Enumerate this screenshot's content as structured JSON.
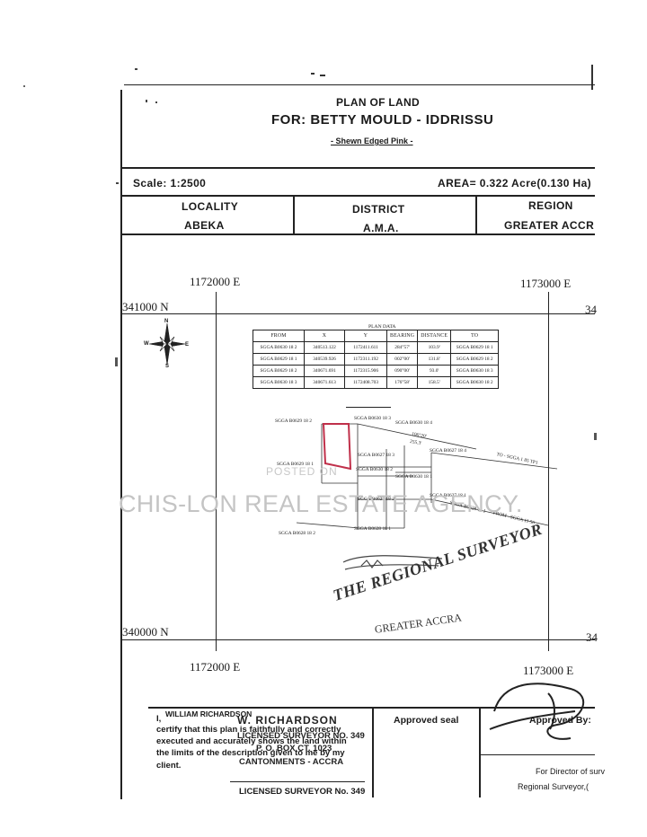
{
  "header": {
    "title": "PLAN OF LAND",
    "for_line": "FOR: BETTY  MOULD - IDDRISSU",
    "subtitle": "- Shewn Edged Pink -",
    "scale": "Scale:  1:2500",
    "area": "AREA= 0.322 Acre(0.130 Ha)"
  },
  "info": {
    "locality_label": "LOCALITY",
    "locality_value": "ABEKA",
    "district_label": "DISTRICT",
    "district_value": "A.M.A.",
    "region_label": "REGION",
    "region_value": "GREATER ACCR"
  },
  "grid": {
    "e_left_top": "1172000 E",
    "e_right_top": "1173000 E",
    "n_top": "341000 N",
    "n_top_right": "34",
    "n_bottom": "340000 N",
    "n_bottom_right": "34",
    "e_left_bottom": "1172000 E",
    "e_right_bottom": "1173000 E"
  },
  "compass": {
    "n": "N",
    "s": "S",
    "e": "E",
    "w": "W"
  },
  "plan_data": {
    "caption": "PLAN DATA",
    "columns": [
      "FROM",
      "X",
      "Y",
      "BEARING",
      "DISTANCE",
      "TO"
    ],
    "rows": [
      [
        "SGGA B0630 18 2",
        "340513.122",
        "1172411.611",
        "284°57'",
        "103.9'",
        "SGGA B0629 18 1"
      ],
      [
        "SGGA B0629 18 1",
        "340539.926",
        "1172311.192",
        "002°00'",
        "131.8'",
        "SGGA B0629 18 2"
      ],
      [
        "SGGA B0629 18 2",
        "340671.691",
        "1172315.906",
        "090°00'",
        "93.0'",
        "SGGA B0630 18 3"
      ],
      [
        "SGGA B0630 18 3",
        "340671.613",
        "1172408.703",
        "176°58'",
        "158.5'",
        "SGGA B0630 18 2"
      ]
    ]
  },
  "map_labels": {
    "l1": "SGGA B0629 18 2",
    "l2": "SGGA B0630 18 3",
    "l3": "SGGA B0630 18 4",
    "l4": "106°20'",
    "l5": "255.3'",
    "l6": "SGGA B0627 18 4",
    "l7": "TO - SGGA 1 85 TP1",
    "l8": "SGGA B0629 18 1",
    "l9": "SGGA B0627 18 3",
    "l10": "SGGA B0630 18 2",
    "l11": "SGGA B0630 18 1",
    "l12": "SGGA B0627 18 2",
    "l13": "SGGA B0627 18 1",
    "l14": "SGGA B0628 18 1",
    "l15": "SGGA B0628 18 2",
    "l16": "FROM - SGGA 11 56",
    "l17": "SGGA B0628 18 1"
  },
  "overlay": {
    "posted": "POSTED ON",
    "watermark": "CHIS-LON REAL ESTATE AGENCY."
  },
  "stamp": {
    "line1": "THE REGIONAL SURVEYOR",
    "line2": "GREATER ACCRA"
  },
  "footer": {
    "surveyor_name": "WILLIAM  RICHARDSON",
    "cert_prefix": "I,",
    "cert_line1": "certify that this plan is faithfully and correctly",
    "cert_line2": "executed and accurately shows the land within",
    "cert_line3": "the limits of the description given to me by my",
    "cert_line4": "client.",
    "stamp_name": "W. RICHARDSON",
    "stamp_license": "LICENSED SURVEYOR NO. 349",
    "stamp_box": "P. O. BOX CT. 1023",
    "stamp_city": "CANTONMENTS - ACCRA",
    "licensed_line": "LICENSED SURVEYOR No. 349",
    "approved_seal": "Approved seal",
    "approved_by": "Approved By:",
    "for_director": "For Director of surv",
    "regional_surveyor": "Regional Surveyor,("
  }
}
